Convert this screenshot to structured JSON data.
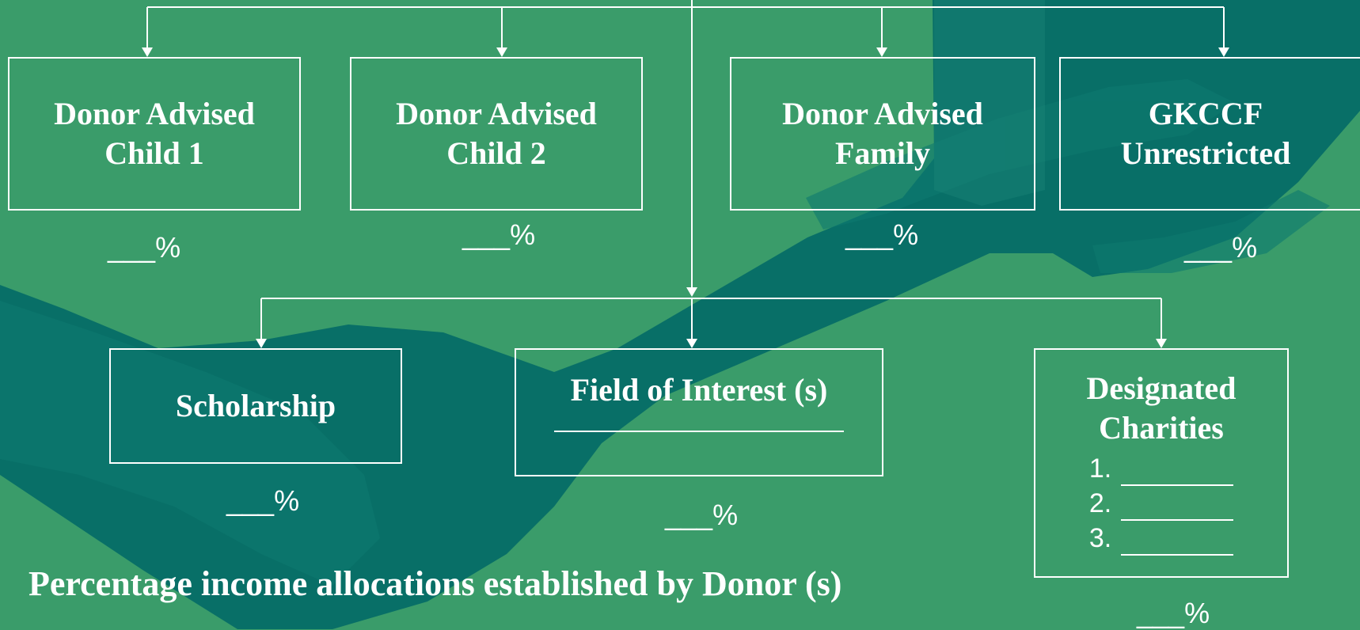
{
  "colors": {
    "background": "#3a9c6a",
    "shadow": "#006766",
    "line": "#ffffff"
  },
  "top_row": [
    {
      "line1": "Donor Advised",
      "line2": "Child 1",
      "percent": "___%"
    },
    {
      "line1": "Donor Advised",
      "line2": "Child 2",
      "percent": "___%"
    },
    {
      "line1": "Donor Advised",
      "line2": "Family",
      "percent": "___%"
    },
    {
      "line1": "GKCCF",
      "line2": "Unrestricted",
      "percent": "___%"
    }
  ],
  "bottom_row": {
    "scholarship": {
      "label": "Scholarship",
      "percent": "___%"
    },
    "field_of_interest": {
      "label": "Field of Interest (s)",
      "percent": "___%"
    },
    "designated": {
      "line1": "Designated",
      "line2": "Charities",
      "items": [
        "1.",
        "2.",
        "3."
      ],
      "percent": "___%"
    }
  },
  "caption": "Percentage income allocations established by Donor (s)"
}
